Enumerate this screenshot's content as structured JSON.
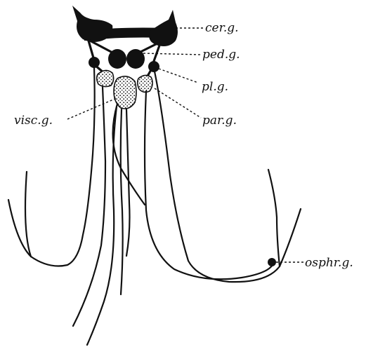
{
  "labels": {
    "cerebral_ganglion": "cer.g.",
    "pedal_ganglion": "ped.g.",
    "pleural_ganglion": "pl.g.",
    "parietal_ganglion": "par.g.",
    "visceral_ganglion": "visc.g.",
    "osphradial_ganglion": "osphr.g."
  }
}
